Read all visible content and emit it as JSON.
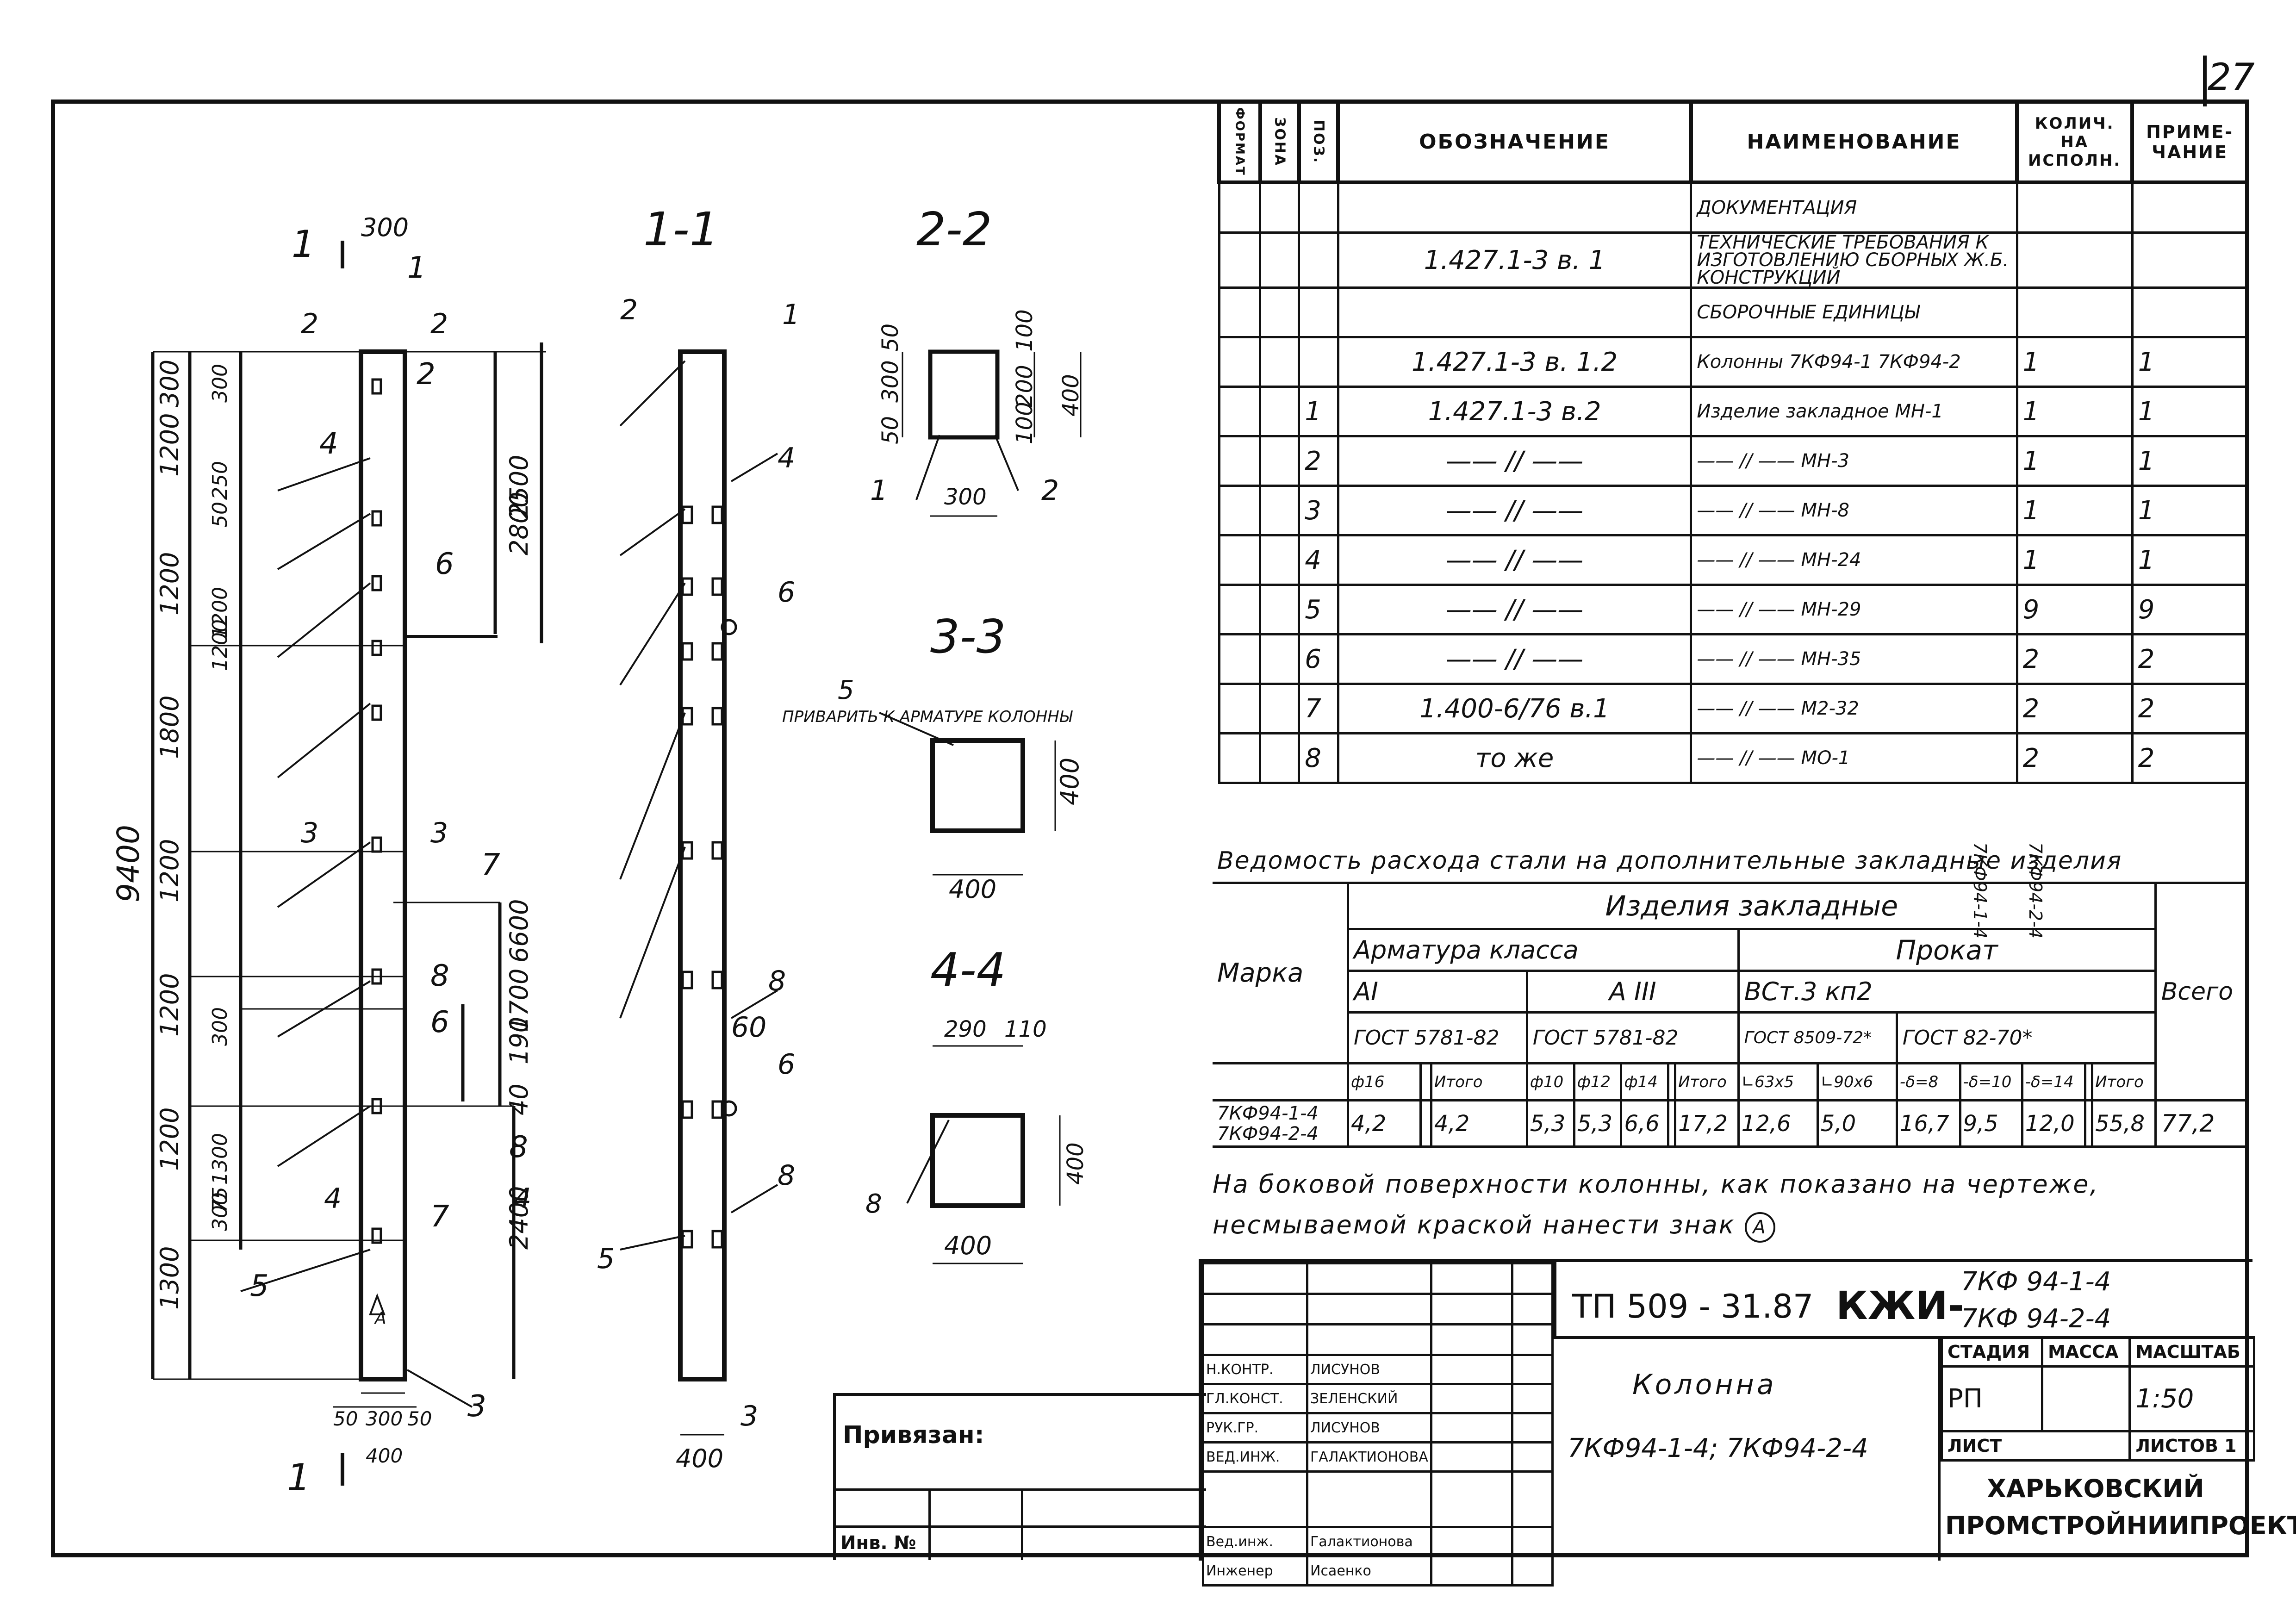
{
  "page_number": "27",
  "drawings": {
    "main_elevation": {
      "section_labels": [
        "1",
        "1",
        "2",
        "2",
        "3",
        "3",
        "4",
        "4"
      ],
      "dims_top": [
        "300"
      ],
      "dims_bottom": [
        "50",
        "300",
        "50",
        "400"
      ],
      "dims_left": [
        "300",
        "1200",
        "1200",
        "1800",
        "1200",
        "1200",
        "1200",
        "1300"
      ],
      "dims_left_inner": [
        "300",
        "250",
        "50",
        "1200",
        "1200",
        "300",
        "1300",
        "75",
        "300"
      ],
      "dim_total": "9400",
      "dims_right": [
        "2500",
        "2800",
        "6600",
        "1700",
        "190",
        "40",
        "2400"
      ],
      "callouts": [
        "1",
        "2",
        "4",
        "6",
        "7",
        "8",
        "6",
        "7",
        "8",
        "5",
        "3"
      ],
      "mark": "А"
    },
    "section_1_1": {
      "title": "1-1",
      "callouts": [
        "2",
        "1",
        "4",
        "6",
        "8",
        "60",
        "6",
        "8",
        "5",
        "3"
      ],
      "dim": "400"
    },
    "section_2_2": {
      "title": "2-2",
      "dims": [
        "50",
        "300",
        "50",
        "100",
        "200",
        "100",
        "300",
        "400"
      ],
      "callouts": [
        "1",
        "2"
      ]
    },
    "section_3_3": {
      "title": "3-3",
      "note": "ПРИВАРИТЬ К АРМАТУРЕ КОЛОННЫ",
      "callout": "5",
      "dims": [
        "400",
        "400"
      ]
    },
    "section_4_4": {
      "title": "4-4",
      "dims": [
        "290",
        "110",
        "400",
        "400"
      ],
      "callout": "8"
    }
  },
  "spec": {
    "headers": {
      "format": "ФОРМАТ",
      "zone": "ЗОНА",
      "pos": "ПОЗ.",
      "designation": "ОБОЗНАЧЕНИЕ",
      "name": "НАИМЕНОВАНИЕ",
      "qty": "КОЛИЧ. НА ИСПОЛН.",
      "note": "ПРИМЕ-ЧАНИЕ"
    },
    "rows": [
      {
        "pos": "",
        "des": "",
        "name": "ДОКУМЕНТАЦИЯ",
        "q1": "",
        "q2": ""
      },
      {
        "pos": "",
        "des": "1.427.1-3 в. 1",
        "name": "ТЕХНИЧЕСКИЕ ТРЕБОВАНИЯ К ИЗГОТОВЛЕНИЮ СБОРНЫХ Ж.Б. КОНСТРУКЦИЙ",
        "q1": "",
        "q2": ""
      },
      {
        "pos": "",
        "des": "",
        "name": "СБОРОЧНЫЕ ЕДИНИЦЫ",
        "q1": "",
        "q2": ""
      },
      {
        "pos": "",
        "des": "1.427.1-3 в. 1.2",
        "name": "Колонны 7КФ94-1 7КФ94-2",
        "q1": "1",
        "q2": "1"
      },
      {
        "pos": "1",
        "des": "1.427.1-3 в.2",
        "name": "Изделие закладное МН-1",
        "q1": "1",
        "q2": "1"
      },
      {
        "pos": "2",
        "des": "—— // ——",
        "name": "—— // —— МН-3",
        "q1": "1",
        "q2": "1"
      },
      {
        "pos": "3",
        "des": "—— // ——",
        "name": "—— // —— МН-8",
        "q1": "1",
        "q2": "1"
      },
      {
        "pos": "4",
        "des": "—— // ——",
        "name": "—— // —— МН-24",
        "q1": "1",
        "q2": "1"
      },
      {
        "pos": "5",
        "des": "—— // ——",
        "name": "—— // —— МН-29",
        "q1": "9",
        "q2": "9"
      },
      {
        "pos": "6",
        "des": "—— // ——",
        "name": "—— // —— МН-35",
        "q1": "2",
        "q2": "2"
      },
      {
        "pos": "7",
        "des": "1.400-6/76 в.1",
        "name": "—— // —— М2-32",
        "q1": "2",
        "q2": "2"
      },
      {
        "pos": "8",
        "des": "то же",
        "name": "—— // —— МО-1",
        "q1": "2",
        "q2": "2"
      }
    ],
    "exec_labels": [
      "7КФ94-1-4",
      "7КФ94-2-4"
    ]
  },
  "steel": {
    "title": "Ведомость расхода стали на дополнительные закладные изделия",
    "mark_header": "Марка",
    "group_header": "Изделия закладные",
    "armatura": "Арматура класса",
    "prokat": "Прокат",
    "total_header": "Всего",
    "classes": [
      "АI",
      "А III",
      "ВСт.3 кп2"
    ],
    "gosts": [
      "ГОСТ 5781-82",
      "ГОСТ 5781-82",
      "ГОСТ 8509-72*",
      "ГОСТ 82-70*"
    ],
    "sub_headers": [
      "ф16",
      "",
      "Итого",
      "ф10",
      "ф12",
      "ф14",
      "",
      "Итого",
      "∟63х5",
      "∟90х6",
      "-δ=8",
      "-δ=10",
      "-δ=14",
      "",
      "Итого"
    ],
    "row_marks": [
      "7КФ94-1-4",
      "7КФ94-2-4"
    ],
    "values": [
      "4,2",
      "",
      "4,2",
      "5,3",
      "5,3",
      "6,6",
      "",
      "17,2",
      "12,6",
      "5,0",
      "16,7",
      "9,5",
      "12,0",
      "",
      "55,8"
    ],
    "total": "77,2"
  },
  "note": "На боковой поверхности колонны, как показано на чертеже, несмываемой краской нанести знак",
  "note_mark": "А",
  "title_block": {
    "code": "ТП 509 - 31.87",
    "kzhi": "КЖИ-",
    "marks": [
      "7КФ 94-1-4",
      "7КФ 94-2-4"
    ],
    "object_title": "Колонна",
    "object_marks": "7КФ94-1-4; 7КФ94-2-4",
    "stage_h": "СТАДИЯ",
    "mass_h": "МАССА",
    "scale_h": "МАСШТАБ",
    "stage": "РП",
    "mass": "",
    "scale": "1:50",
    "sheet_h": "ЛИСТ",
    "sheets_h": "ЛИСТОВ",
    "sheets": "1",
    "org": "ХАРЬКОВСКИЙ ПРОМСТРОЙНИИПРОЕКТ",
    "roles": [
      {
        "role": "Н.КОНТР.",
        "name": "ЛИСУНОВ"
      },
      {
        "role": "ГЛ.КОНСТ.",
        "name": "ЗЕЛЕНСКИЙ"
      },
      {
        "role": "РУК.ГР.",
        "name": "ЛИСУНОВ"
      },
      {
        "role": "ВЕД.ИНЖ.",
        "name": "ГАЛАКТИОНОВА"
      },
      {
        "role": "",
        "name": ""
      },
      {
        "role": "Вед.инж.",
        "name": "Галактионова"
      },
      {
        "role": "Инженер",
        "name": "Исаенко"
      }
    ],
    "privyazan": "Привязан:",
    "inv": "Инв. №"
  }
}
